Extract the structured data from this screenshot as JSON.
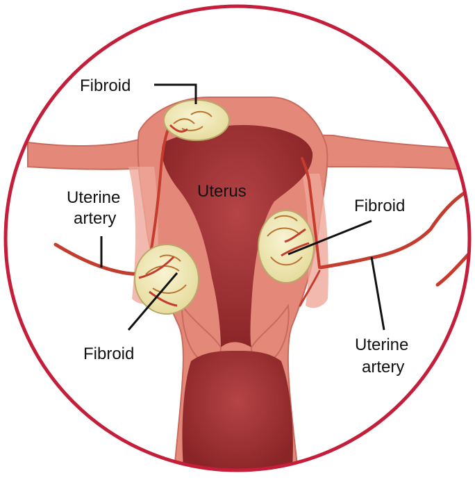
{
  "labels": {
    "fibroid_top": "Fibroid",
    "uterus": "Uterus",
    "uterine_artery_left_line1": "Uterine",
    "uterine_artery_left_line2": "artery",
    "fibroid_right": "Fibroid",
    "fibroid_left": "Fibroid",
    "uterine_artery_right_line1": "Uterine",
    "uterine_artery_right_line2": "artery"
  },
  "colors": {
    "border": "#c41e3a",
    "tissue": "#e4897a",
    "tissue_light": "#efa89a",
    "cavity": "#9b2d2f",
    "cavity_dark": "#7a1f22",
    "fibroid": "#f3ecbd",
    "fibroid_outline": "#b9a86a",
    "artery": "#c43c2e",
    "leader": "#111111"
  }
}
